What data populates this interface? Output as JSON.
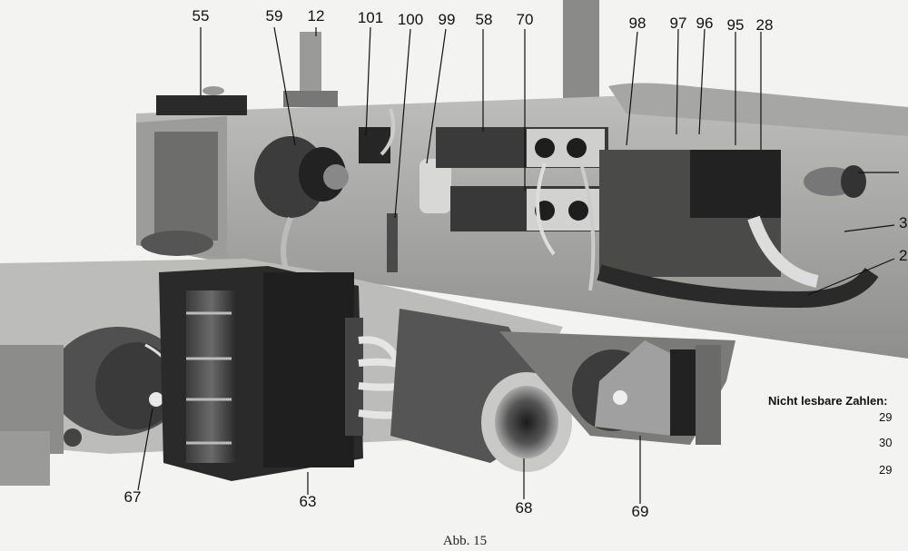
{
  "labels": {
    "l55": "55",
    "l59": "59",
    "l12": "12",
    "l101": "101",
    "l100": "100",
    "l99": "99",
    "l58": "58",
    "l70": "70",
    "l98": "98",
    "l97": "97",
    "l96": "96",
    "l95": "95",
    "l28": "28",
    "l67": "67",
    "l63": "63",
    "l68": "68",
    "l69": "69"
  },
  "edge_labels": {
    "e3": "3",
    "e2": "2"
  },
  "note": {
    "title": "Nicht lesbare Zahlen:",
    "values": [
      "29",
      "30",
      "29"
    ]
  },
  "caption": "Abb. 15"
}
